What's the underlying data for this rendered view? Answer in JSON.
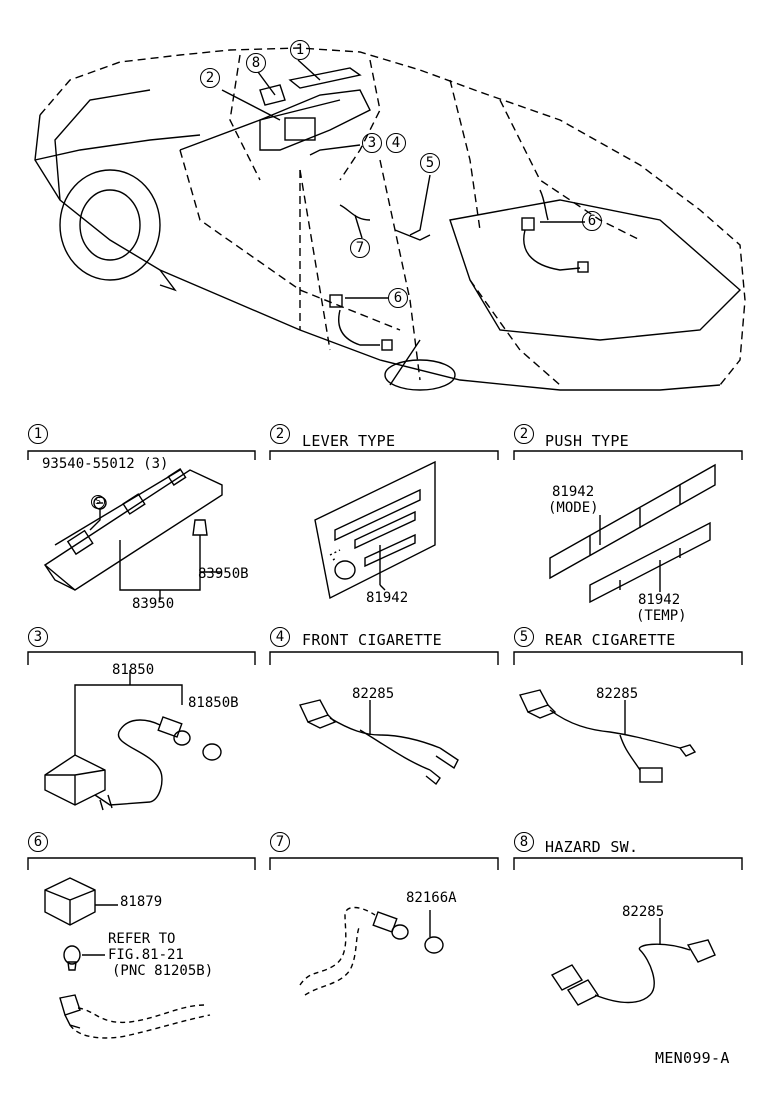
{
  "overview": {
    "callouts": [
      "1",
      "8",
      "2",
      "3",
      "4",
      "5",
      "6",
      "7",
      "6"
    ]
  },
  "panels": [
    {
      "num": "1",
      "title": "",
      "parts": [
        "93540-55012 (3)",
        "83950B",
        "83950"
      ]
    },
    {
      "num": "2",
      "title": "LEVER TYPE",
      "parts": [
        "81942"
      ]
    },
    {
      "num": "2",
      "title": "PUSH TYPE",
      "parts": [
        "81942",
        "(MODE)",
        "81942",
        "(TEMP)"
      ]
    },
    {
      "num": "3",
      "title": "",
      "parts": [
        "81850",
        "81850B"
      ]
    },
    {
      "num": "4",
      "title": "FRONT CIGARETTE",
      "parts": [
        "82285"
      ]
    },
    {
      "num": "5",
      "title": "REAR CIGARETTE",
      "parts": [
        "82285"
      ]
    },
    {
      "num": "6",
      "title": "",
      "parts": [
        "81879",
        "REFER TO",
        "FIG.81-21",
        "(PNC 81205B)"
      ]
    },
    {
      "num": "7",
      "title": "",
      "parts": [
        "82166A"
      ]
    },
    {
      "num": "8",
      "title": "HAZARD SW.",
      "parts": [
        "82285"
      ]
    }
  ],
  "footer": {
    "code": "MEN099-A"
  }
}
